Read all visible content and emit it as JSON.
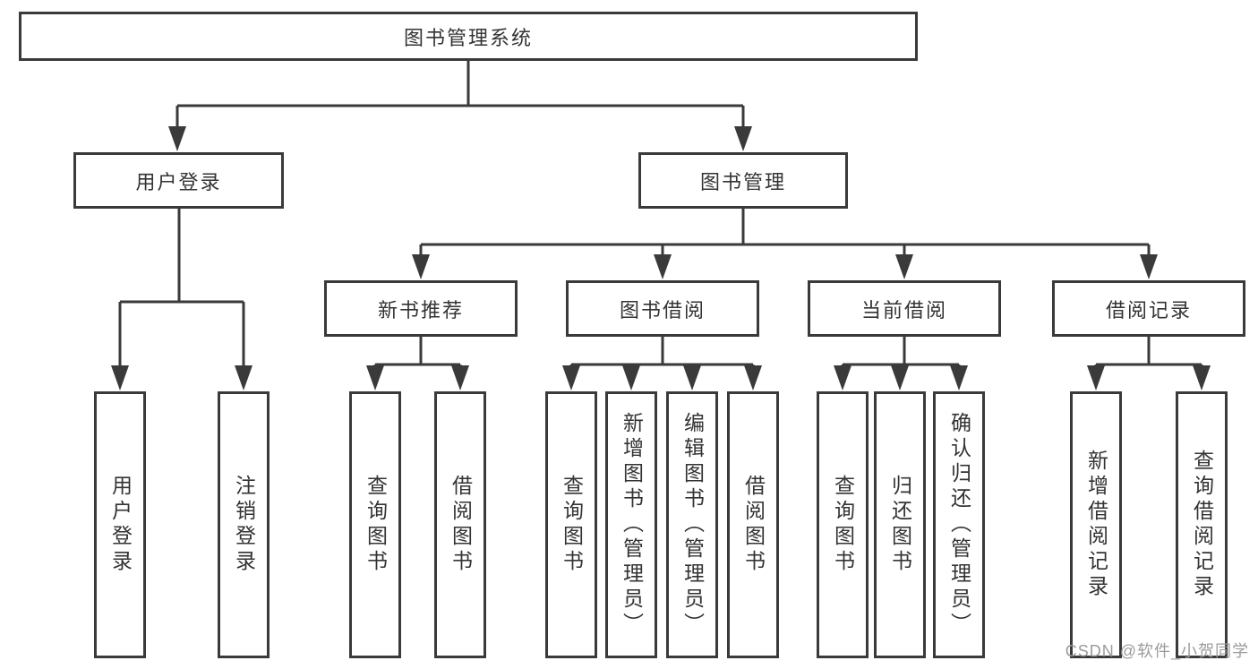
{
  "diagram": {
    "root": "图书管理系统",
    "branches": [
      {
        "label": "用户登录",
        "children": [
          "用户登录",
          "注销登录"
        ]
      },
      {
        "label": "图书管理",
        "sections": [
          {
            "label": "新书推荐",
            "children": [
              "查询图书",
              "借阅图书"
            ]
          },
          {
            "label": "图书借阅",
            "children": [
              "查询图书",
              "新增图书（管理员）",
              "编辑图书（管理员）",
              "借阅图书"
            ]
          },
          {
            "label": "当前借阅",
            "children": [
              "查询图书",
              "归还图书",
              "确认归还（管理员）"
            ]
          },
          {
            "label": "借阅记录",
            "children": [
              "新增借阅记录",
              "查询借阅记录"
            ]
          }
        ]
      }
    ]
  },
  "watermark": {
    "text": "CSDN @软件_小贺同学"
  },
  "colors": {
    "line": "#3a3a3a",
    "text": "#333333",
    "watermark_text": "#9b9b9b",
    "background": "#ffffff"
  }
}
